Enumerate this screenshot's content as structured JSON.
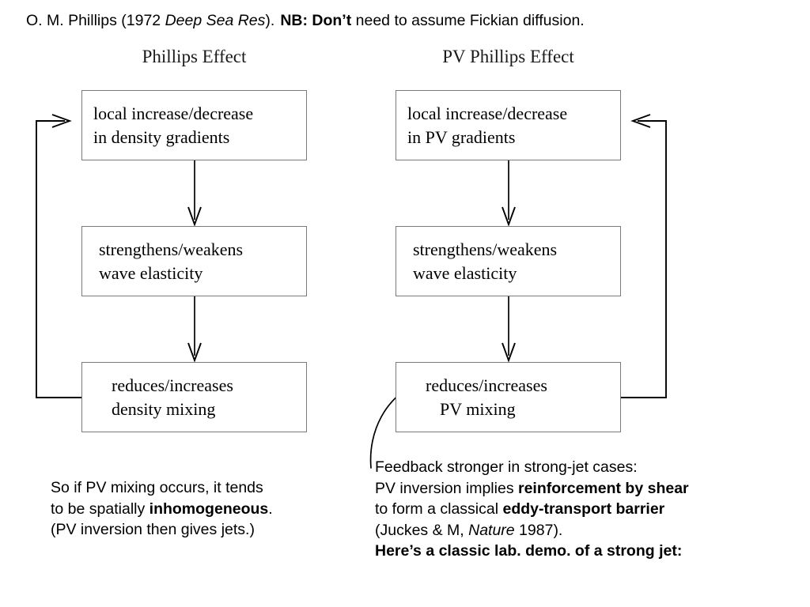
{
  "title": {
    "part1": "O. M. Phillips (1972 ",
    "italic1": "Deep Sea Res",
    "part2": ").",
    "bold1": "NB: Don’t",
    "part3": " need to assume Fickian diffusion."
  },
  "columns": {
    "left": {
      "heading": "Phillips Effect",
      "boxes": [
        {
          "line1": "local increase/decrease",
          "line2": "in density gradients"
        },
        {
          "line1": "strengthens/weakens",
          "line2": "wave elasticity"
        },
        {
          "line1": "reduces/increases",
          "line2": "density mixing"
        }
      ]
    },
    "right": {
      "heading": "PV Phillips Effect",
      "boxes": [
        {
          "line1": "local increase/decrease",
          "line2": "in PV gradients"
        },
        {
          "line1": "strengthens/weakens",
          "line2": "wave elasticity"
        },
        {
          "line1": "reduces/increases",
          "line2": "PV mixing"
        }
      ]
    }
  },
  "notes": {
    "left": {
      "line1a": "So if PV mixing occurs, it tends",
      "line2a": "to be spatially ",
      "line2b": "inhomogeneous",
      "line2c": ".",
      "line3a": "(PV inversion then gives jets.)"
    },
    "right": {
      "line1a": "Feedback stronger in strong-jet cases:",
      "line2a": "PV inversion implies ",
      "line2b": "reinforcement by shear",
      "line3a": "to form a classical ",
      "line3b": "eddy-transport barrier",
      "line4a": "(Juckes & M, ",
      "line4b": "Nature",
      "line4c": " 1987).",
      "line5a": "Here’s a classic lab. demo. of a strong jet:"
    }
  },
  "colors": {
    "box_border": "#7a7a7a",
    "arrow": "#000000",
    "text": "#000000",
    "background": "#ffffff"
  }
}
